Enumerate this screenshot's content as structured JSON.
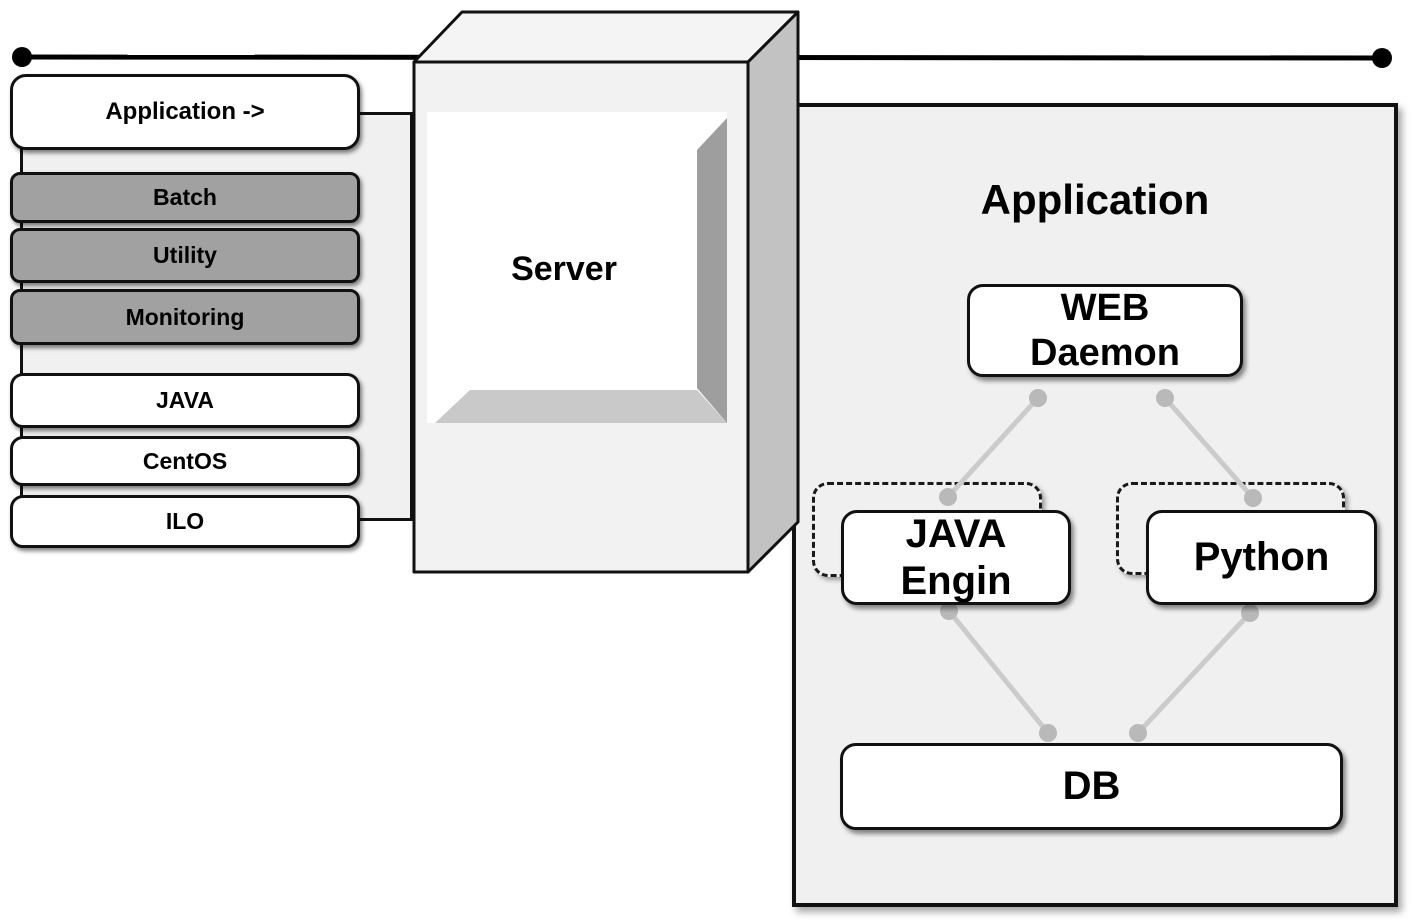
{
  "diagram": {
    "left_stack": {
      "items": [
        {
          "label": "Application ->",
          "variant": "white"
        },
        {
          "label": "Batch",
          "variant": "gray"
        },
        {
          "label": "Utility",
          "variant": "gray"
        },
        {
          "label": "Monitoring",
          "variant": "gray"
        },
        {
          "label": "JAVA",
          "variant": "white"
        },
        {
          "label": "CentOS",
          "variant": "white"
        },
        {
          "label": "ILO",
          "variant": "white"
        }
      ]
    },
    "server": {
      "label": "Server"
    },
    "application_panel": {
      "title": "Application",
      "web_daemon": {
        "line1": "WEB",
        "line2": "Daemon"
      },
      "java_engine": {
        "line1": "JAVA",
        "line2": "Engin"
      },
      "python": {
        "label": "Python"
      },
      "db": {
        "label": "DB"
      }
    },
    "colors": {
      "panel_fill": "#f0f0f0",
      "gray_box_fill": "#a1a1a1",
      "server_front_fill": "#f2f2f2",
      "server_top_fill": "#f4f4f4",
      "server_side_fill": "#c2c2c2",
      "inset_right_bevel": "#9e9e9e",
      "inset_bottom_bevel": "#c9c9c9",
      "connector_line": "#cbcbcb",
      "connector_dot": "#b9b9b9",
      "outline": "#111111",
      "bus_line": "#000000"
    }
  }
}
